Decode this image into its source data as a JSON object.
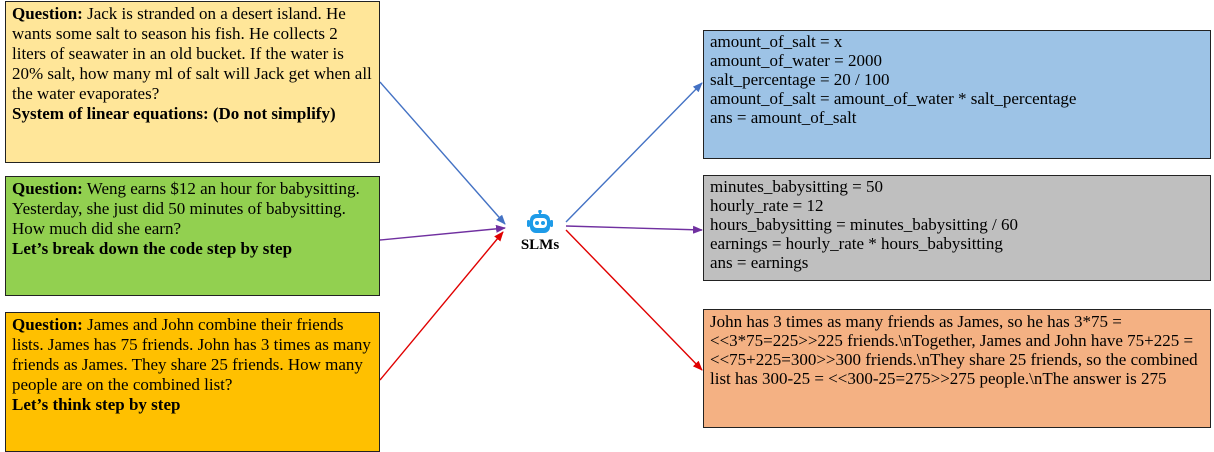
{
  "center": {
    "label": "SLMs",
    "icon": "robot-icon"
  },
  "inputs": [
    {
      "question_label": "Question:",
      "question_text": " Jack is stranded on a desert island. He wants some salt to season his fish. He collects 2 liters of seawater in an old bucket. If the water is 20% salt, how many ml of salt will Jack get when all the water evaporates?",
      "instruction": "System of linear equations: (Do not simplify)",
      "color": "#ffe699"
    },
    {
      "question_label": "Question:",
      "question_text": " Weng earns $12 an hour for babysitting. Yesterday, she just did 50 minutes of babysitting. How much did she earn?",
      "instruction": "Let’s break down the code step by step",
      "color": "#92d050"
    },
    {
      "question_label": "Question:",
      "question_text": " James and John combine their friends lists.  James has 75 friends.  John has 3 times as many friends as James.  They share 25 friends.  How many people are on the combined list?",
      "instruction": "Let’s think step by step",
      "color": "#ffc000"
    }
  ],
  "outputs": [
    {
      "lines": [
        "amount_of_salt = x",
        "amount_of_water = 2000",
        "salt_percentage = 20 / 100",
        "amount_of_salt = amount_of_water * salt_percentage",
        "ans = amount_of_salt"
      ],
      "color": "#9dc3e6"
    },
    {
      "lines": [
        "minutes_babysitting = 50",
        "hourly_rate = 12",
        "hours_babysitting = minutes_babysitting / 60",
        "earnings = hourly_rate * hours_babysitting",
        "ans = earnings"
      ],
      "color": "#bfbfbf"
    },
    {
      "text": "John has 3 times as many friends as James, so he has 3*75 = <<3*75=225>>225 friends.\\nTogether, James and John have 75+225 = <<75+225=300>>300 friends.\\nThey share 25 friends, so the combined list has 300-25 = <<300-25=275>>275 people.\\nThe answer is 275",
      "color": "#f4b183"
    }
  ],
  "arrow_colors": {
    "blue": "#4472c4",
    "purple": "#7030a0",
    "red": "#e00000"
  }
}
